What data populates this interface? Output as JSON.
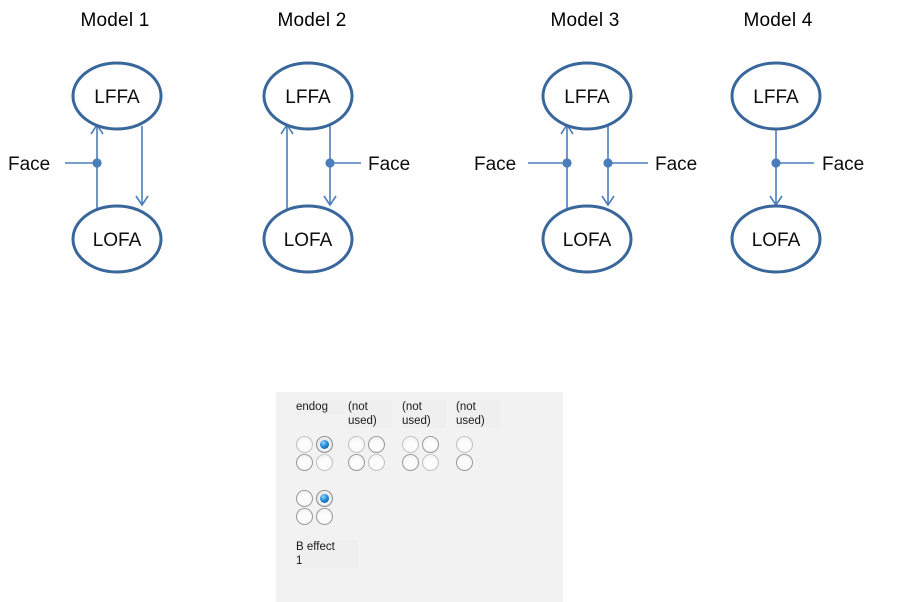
{
  "diagram": {
    "node_names": {
      "top": "LFFA",
      "bottom": "LOFA"
    },
    "input_label": "Face",
    "colors": {
      "ellipse_stroke": "#3a679b",
      "arrow": "#4a7ebb",
      "connector": "#4a7ebb",
      "dot": "#4a7ebb",
      "text": "#0d0d0d"
    },
    "models": [
      {
        "title": "Model 1",
        "top_node": "LFFA",
        "bottom_node": "LOFA",
        "arrows": [
          "bottom-to-top",
          "top-to-bottom"
        ],
        "inputs": [
          {
            "label": "Face",
            "side": "left",
            "target_arrow": "bottom-to-top"
          }
        ]
      },
      {
        "title": "Model 2",
        "top_node": "LFFA",
        "bottom_node": "LOFA",
        "arrows": [
          "bottom-to-top",
          "top-to-bottom"
        ],
        "inputs": [
          {
            "label": "Face",
            "side": "right",
            "target_arrow": "top-to-bottom"
          }
        ]
      },
      {
        "title": "Model 3",
        "top_node": "LFFA",
        "bottom_node": "LOFA",
        "arrows": [
          "bottom-to-top",
          "top-to-bottom"
        ],
        "inputs": [
          {
            "label": "Face",
            "side": "left",
            "target_arrow": "bottom-to-top"
          },
          {
            "label": "Face",
            "side": "right",
            "target_arrow": "top-to-bottom"
          }
        ]
      },
      {
        "title": "Model 4",
        "top_node": "LFFA",
        "bottom_node": "LOFA",
        "arrows": [
          "top-to-bottom"
        ],
        "inputs": [
          {
            "label": "Face",
            "side": "right",
            "target_arrow": "top-to-bottom"
          }
        ]
      }
    ]
  },
  "panel": {
    "background": "#f2f2f2",
    "column_headers": [
      "endog",
      "(not\nused)",
      "(not\nused)",
      "(not\nused)"
    ],
    "matrix_group_1": [
      {
        "header_index": 0,
        "rows": 2,
        "cols": 2,
        "selected": [
          0,
          1
        ]
      },
      {
        "header_index": 1,
        "rows": 2,
        "cols": 2,
        "selected": null
      },
      {
        "header_index": 2,
        "rows": 2,
        "cols": 2,
        "selected": null
      },
      {
        "header_index": 3,
        "rows": 2,
        "cols": 1,
        "selected": null
      }
    ],
    "matrix_group_2": [
      {
        "rows": 2,
        "cols": 2,
        "selected": [
          0,
          1
        ]
      }
    ],
    "footer_label": "B effect\n1"
  }
}
